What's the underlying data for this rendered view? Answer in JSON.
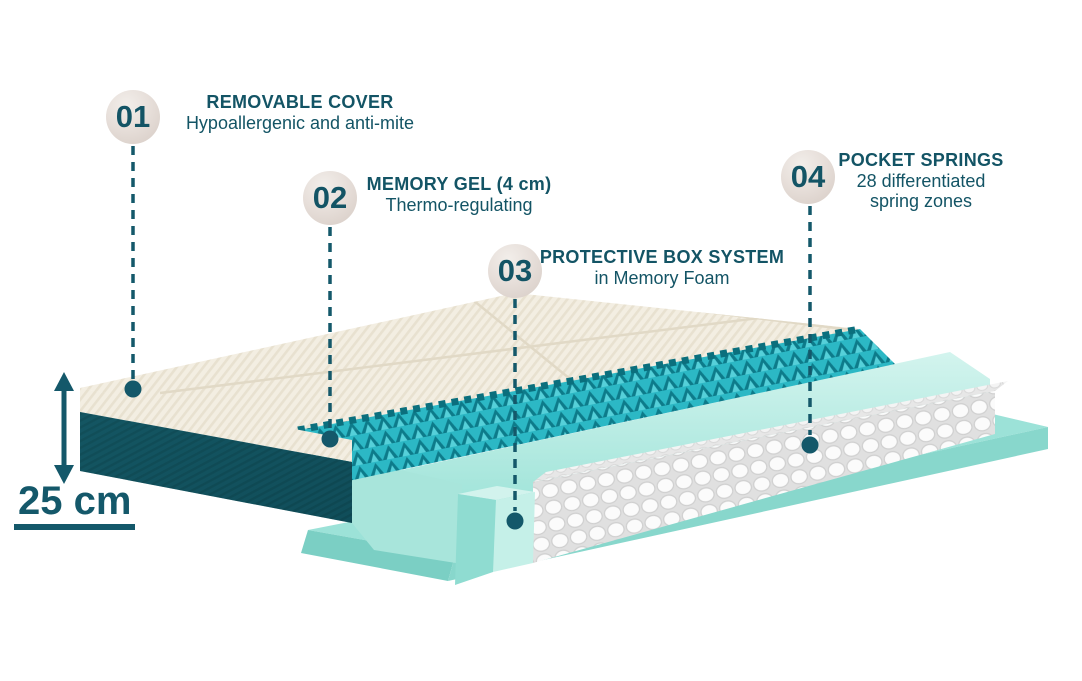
{
  "diagram": {
    "subject": "mattress-layers-cutaway",
    "layer_names": [
      "removable-cover",
      "memory-gel",
      "protective-box",
      "pocket-springs",
      "foam-base"
    ]
  },
  "callouts": [
    {
      "number": "01",
      "title": "REMOVABLE COVER",
      "subtitle": "Hypoallergenic and anti-mite"
    },
    {
      "number": "02",
      "title": "MEMORY GEL (4 cm)",
      "subtitle": "Thermo-regulating"
    },
    {
      "number": "03",
      "title": "PROTECTIVE BOX SYSTEM",
      "subtitle": "in Memory Foam"
    },
    {
      "number": "04",
      "title": "POCKET SPRINGS",
      "subtitle": "28 differentiated spring zones"
    }
  ],
  "measurement": {
    "label": "25 cm"
  },
  "colors": {
    "accent_teal": "#14586a",
    "gel_turquoise": "#2ab6c3",
    "mint_foam": "#a9e6dd",
    "cover_cream": "#f3eee2",
    "side_fabric": "#11515e",
    "circle_fill": "#e4dad4"
  }
}
